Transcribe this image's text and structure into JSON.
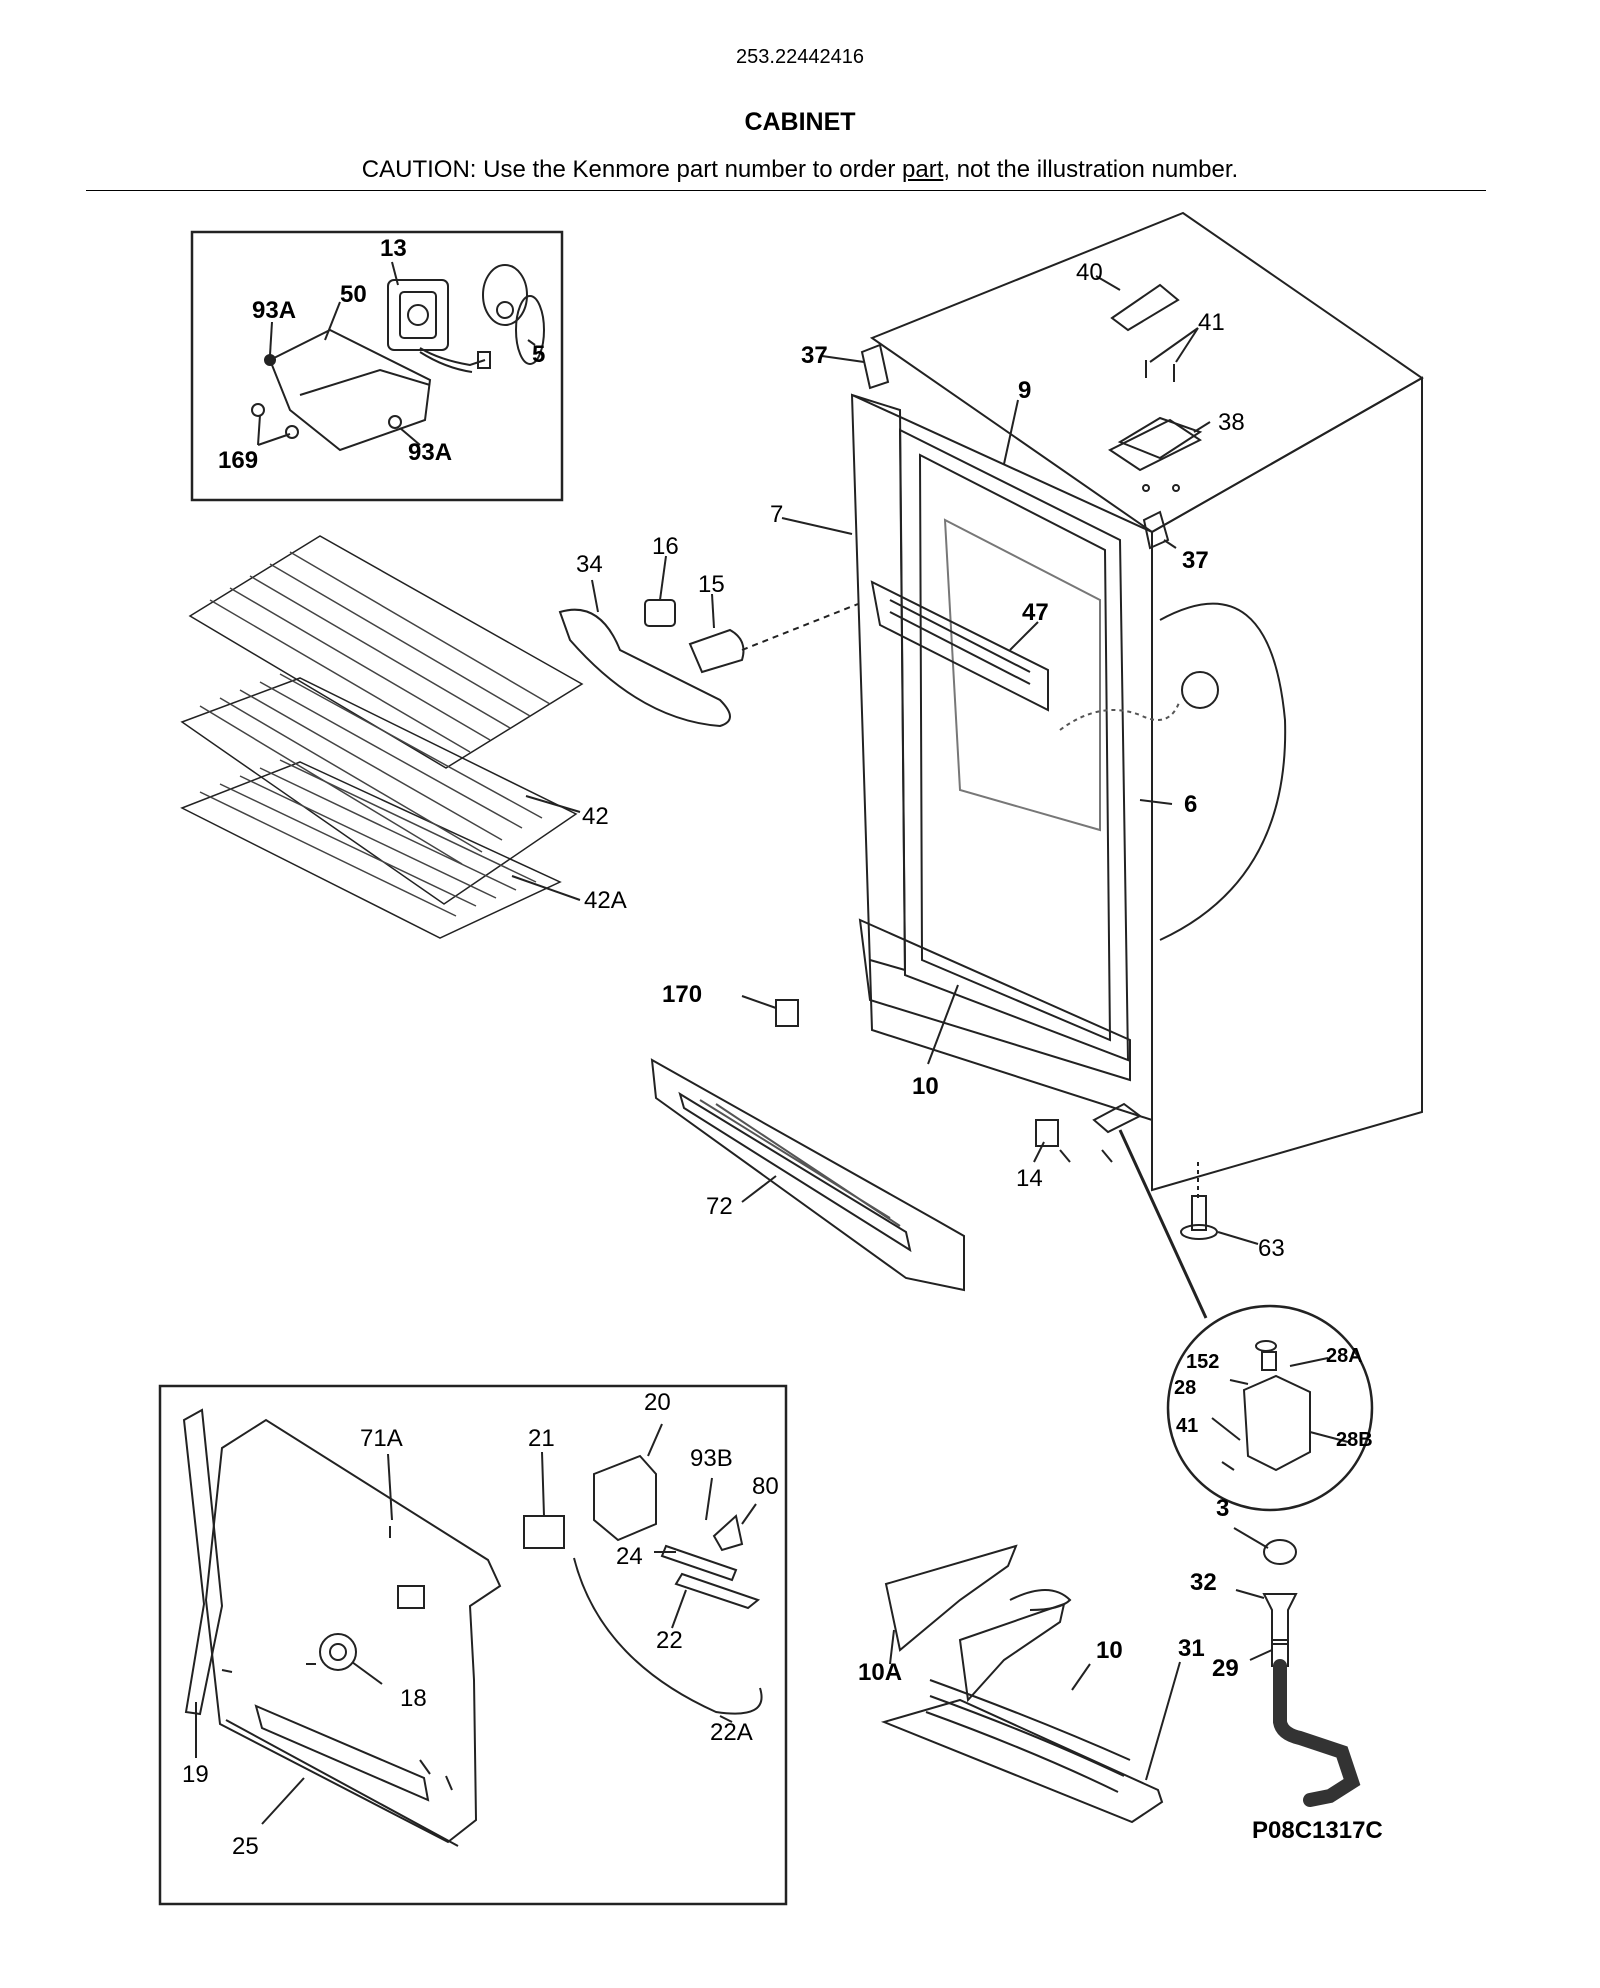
{
  "header": {
    "model_number": "253.22442416",
    "section_title": "CABINET",
    "caution_prefix": "CAUTION: Use the Kenmore part number to order ",
    "caution_underlined": "part",
    "caution_suffix": ", not the illustration number."
  },
  "diagram_code": "P08C1317C",
  "callouts": {
    "c13": "13",
    "c50": "50",
    "c93a_top": "93A",
    "c5": "5",
    "c169": "169",
    "c93a_bottom": "93A",
    "c37_top": "37",
    "c40": "40",
    "c41_top": "41",
    "c9": "9",
    "c38": "38",
    "c7": "7",
    "c37_right": "37",
    "c34": "34",
    "c16": "16",
    "c15": "15",
    "c47": "47",
    "c6": "6",
    "c42": "42",
    "c42a": "42A",
    "c170": "170",
    "c10_cabinet": "10",
    "c72": "72",
    "c14": "14",
    "c63": "63",
    "c152": "152",
    "c28a": "28A",
    "c28": "28",
    "c41_hinge": "41",
    "c28b": "28B",
    "c3": "3",
    "c32": "32",
    "c29": "29",
    "c71a": "71A",
    "c21": "21",
    "c20": "20",
    "c93b": "93B",
    "c80": "80",
    "c24": "24",
    "c22": "22",
    "c18": "18",
    "c22a": "22A",
    "c19": "19",
    "c25": "25",
    "c10a": "10A",
    "c10_heater": "10",
    "c31": "31"
  }
}
